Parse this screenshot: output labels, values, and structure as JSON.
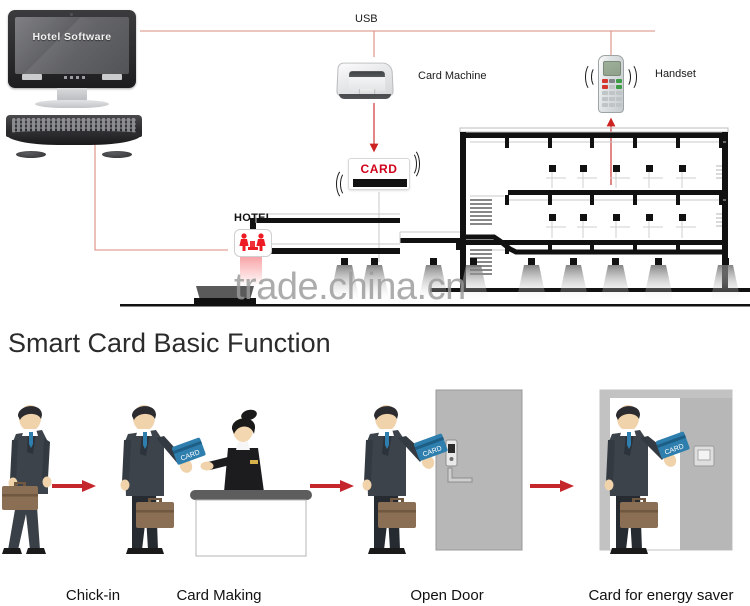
{
  "diagram": {
    "monitor": {
      "screen_label": "Hotel Software"
    },
    "connections": {
      "usb_label": "USB"
    },
    "devices": [
      {
        "name": "card-machine",
        "label": "Card Machine"
      },
      {
        "name": "handset",
        "label": "Handset"
      }
    ],
    "card": {
      "label": "CARD"
    },
    "hotel_sign": {
      "label": "HOTEL"
    },
    "watermark": "trade.china.cn",
    "colors": {
      "wire": "#d98c7e",
      "arrow_red": "#cc2222",
      "card_text_red": "#d0021b",
      "sign_red": "#ed1c24",
      "building_black": "#111111",
      "watermark_gray": "#9a9a9a"
    }
  },
  "section": {
    "title": "Smart Card Basic Function"
  },
  "steps": [
    {
      "name": "check-in",
      "caption": "Chick-in"
    },
    {
      "name": "card-making",
      "caption": "Card Making"
    },
    {
      "name": "open-door",
      "caption": "Open Door"
    },
    {
      "name": "energy-saver",
      "caption": "Card for energy saver"
    }
  ],
  "card_label_small": "CARD"
}
